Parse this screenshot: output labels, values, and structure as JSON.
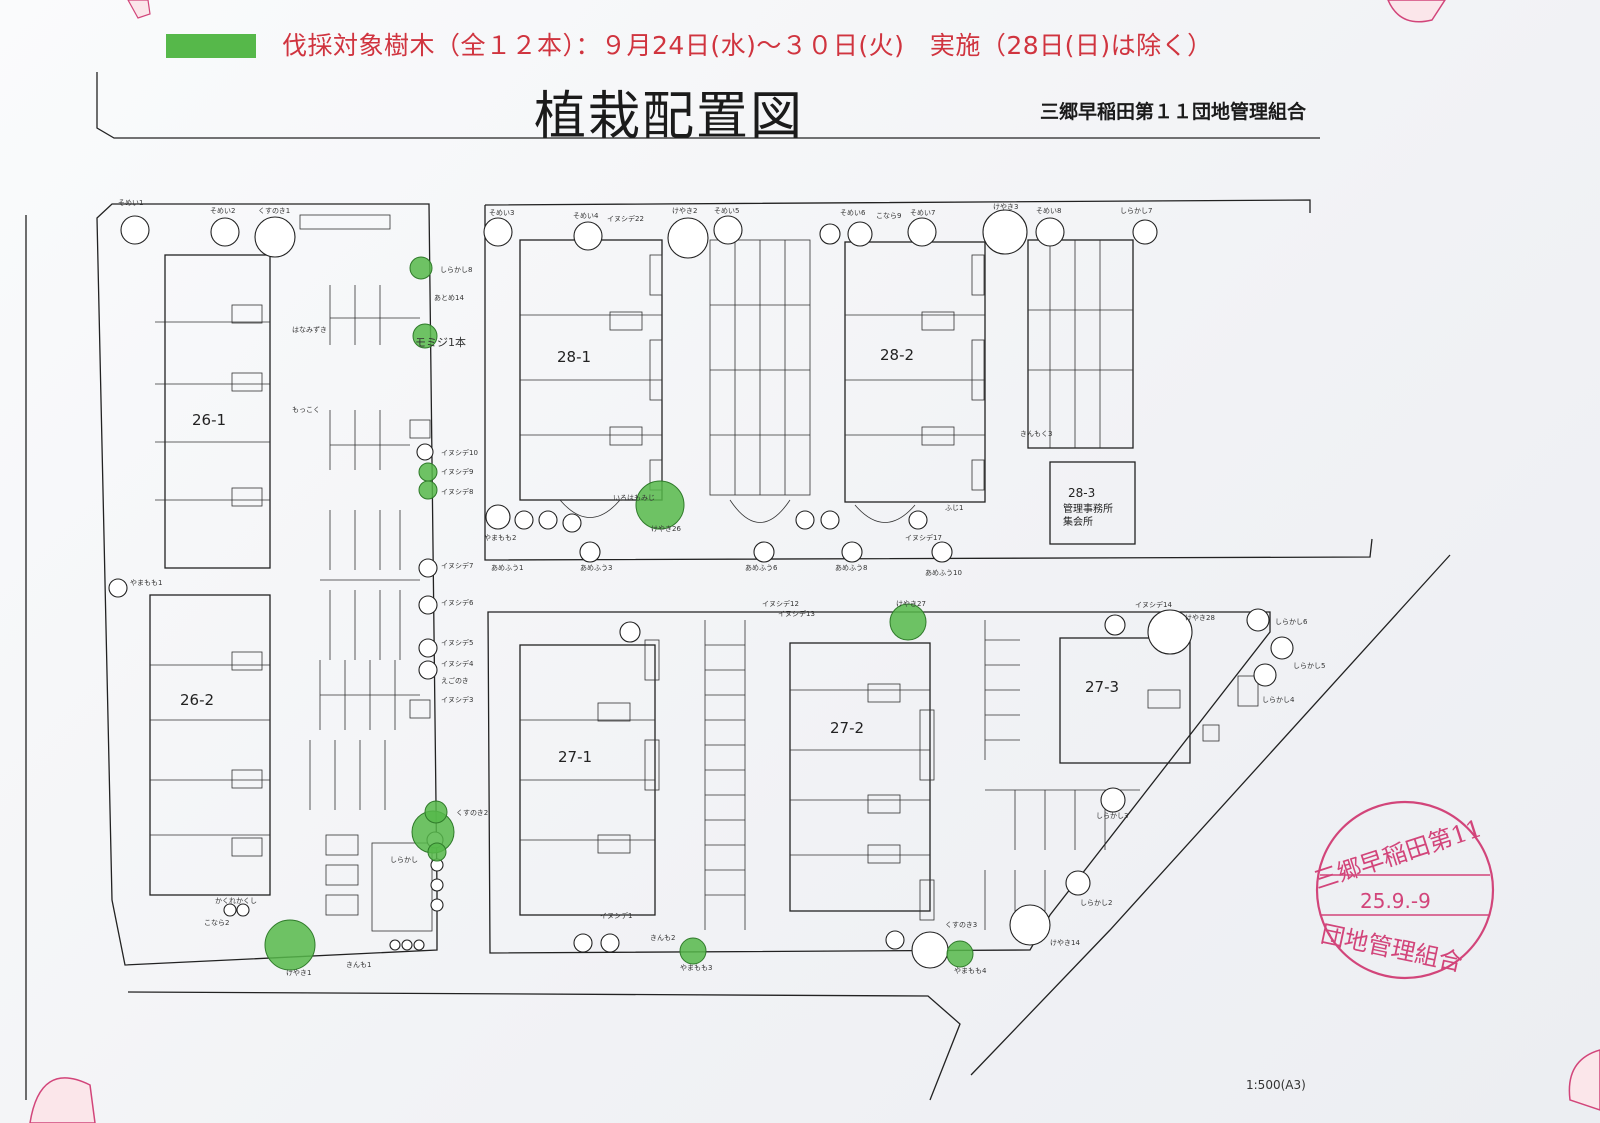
{
  "header": {
    "notice": "伐採対象樹木（全１２本）：９月24日(水)～３０日(火)　実施（28日(日)は除く）",
    "title": "植栽配置図",
    "organization": "三郷早稲田第１１団地管理組合",
    "scale": "1:500(A3)",
    "legend_color": "#56b84a",
    "notice_color": "#d0343f"
  },
  "buildings": [
    {
      "id": "26-1"
    },
    {
      "id": "26-2"
    },
    {
      "id": "28-1"
    },
    {
      "id": "28-2"
    },
    {
      "id": "28-3"
    },
    {
      "id": "27-1"
    },
    {
      "id": "27-2"
    },
    {
      "id": "27-3"
    }
  ],
  "facility": {
    "line1": "管理事務所",
    "line2": "集会所"
  },
  "tree_labels": [
    "そめい1",
    "そめい2",
    "くすのき1",
    "しらかし8",
    "あとめ14",
    "モミジ1本",
    "イヌシデ10",
    "イヌシデ9",
    "イヌシデ8",
    "イヌシデ7",
    "イヌシデ6",
    "イヌシデ5",
    "イヌシデ4",
    "えごのき",
    "イヌシデ3",
    "くすのき2",
    "しらかし",
    "やまもも1",
    "かくれかくし",
    "こなら2",
    "けやき1",
    "きんも1",
    "そめい3",
    "そめい4",
    "イヌシデ22",
    "けやき2",
    "そめい5",
    "そめい6",
    "こなら9",
    "そめい7",
    "けやき3",
    "そめい8",
    "しらかし7",
    "けやき26",
    "あめふう1",
    "あめふう3",
    "あめふう6",
    "あめふう8",
    "あめふう10",
    "ふじ1",
    "イヌシデ17",
    "やまもも2",
    "きんもく3",
    "イヌシデ12",
    "イヌシデ13",
    "けやき27",
    "イヌシデ14",
    "けやき28",
    "しらかし6",
    "しらかし5",
    "しらかし4",
    "しらかし3",
    "しらかし2",
    "けやき14",
    "くすのき3",
    "やまもも4",
    "きんも2",
    "やまもも3",
    "イヌシデ1",
    "はなみずき",
    "もっこく",
    "いろはもみじ"
  ],
  "stamp": {
    "top": "三郷早稲田第11",
    "date": "25.9.-9",
    "bottom": "団地管理組合",
    "color": "#d2457a"
  }
}
